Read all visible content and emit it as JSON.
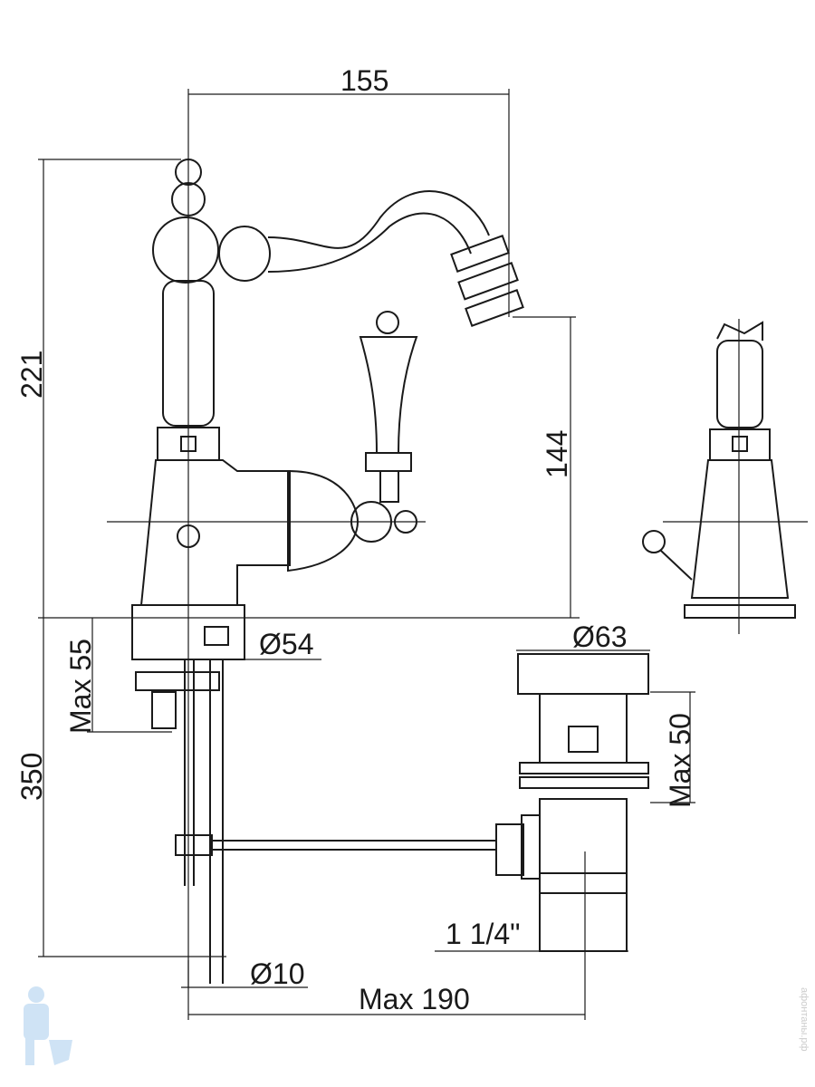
{
  "dimensions": {
    "width_spout": "155",
    "height_total": "221",
    "height_spout": "144",
    "max_55": "Max 55",
    "dia_54": "Ø54",
    "dia_63": "Ø63",
    "height_350": "350",
    "max_50": "Max 50",
    "thread": "1 1/4\"",
    "dia_10": "Ø10",
    "max_190": "Max 190"
  },
  "watermark": "афонтаны.рф",
  "colors": {
    "line": "#1a1a1a",
    "watermark": "#cfe3f5"
  }
}
